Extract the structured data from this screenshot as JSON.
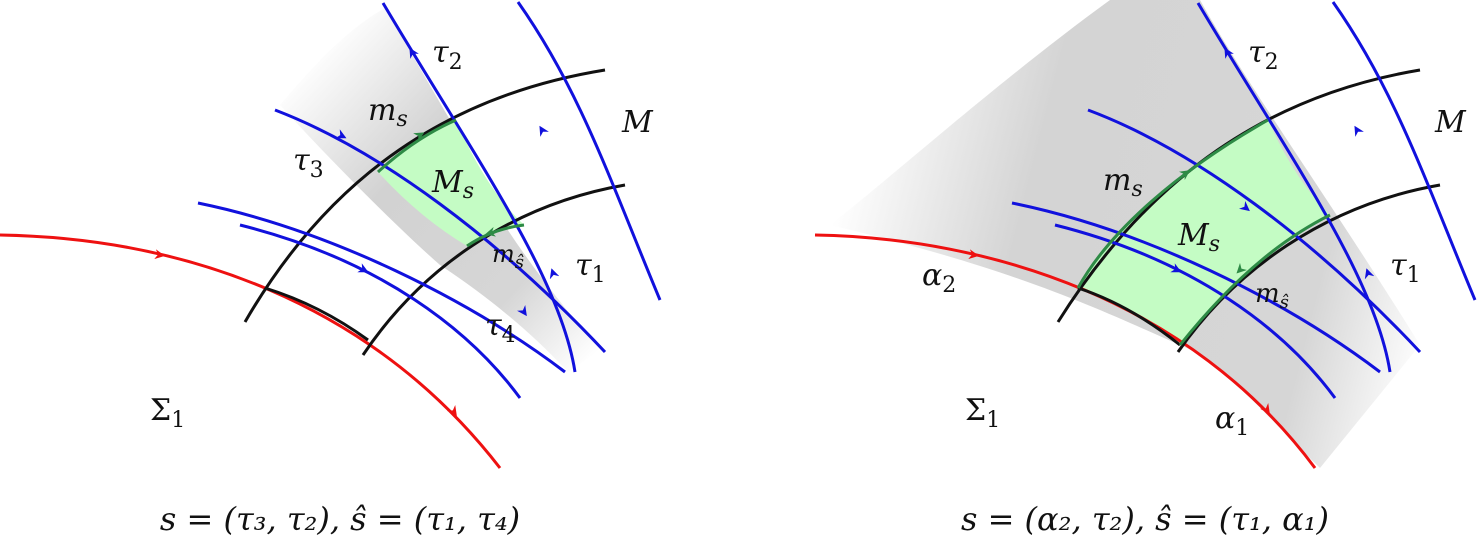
{
  "colors": {
    "background": "#ffffff",
    "red_curve": "#ee1111",
    "blue_curve": "#1111dd",
    "black_curve": "#111111",
    "green_curve": "#2e8b46",
    "green_fill": "#c4fcc4",
    "gray_shade": "#d8d8d8"
  },
  "left_panel": {
    "labels": {
      "tau2": {
        "main": "τ",
        "sub": "2"
      },
      "tau3": {
        "main": "τ",
        "sub": "3"
      },
      "tau1": {
        "main": "τ",
        "sub": "1"
      },
      "tau4": {
        "main": "τ",
        "sub": "4"
      },
      "ms": {
        "main": "m",
        "sub": "s"
      },
      "Ms": {
        "main": "M",
        "sub": "s"
      },
      "mshat": {
        "main": "m",
        "sub": "ŝ"
      },
      "M": "M",
      "Sigma1": {
        "main": "Σ",
        "sub": "1"
      }
    },
    "caption": "s = (τ₃, τ₂),     ŝ = (τ₁, τ₄)"
  },
  "right_panel": {
    "labels": {
      "tau2": {
        "main": "τ",
        "sub": "2"
      },
      "tau1": {
        "main": "τ",
        "sub": "1"
      },
      "alpha2": {
        "main": "α",
        "sub": "2"
      },
      "alpha1": {
        "main": "α",
        "sub": "1"
      },
      "ms": {
        "main": "m",
        "sub": "s"
      },
      "Ms": {
        "main": "M",
        "sub": "s"
      },
      "mshat": {
        "main": "m",
        "sub": "ŝ"
      },
      "M": "M",
      "Sigma1": {
        "main": "Σ",
        "sub": "1"
      }
    },
    "caption": "s = (α₂, τ₂),     ŝ = (τ₁, α₁)"
  }
}
